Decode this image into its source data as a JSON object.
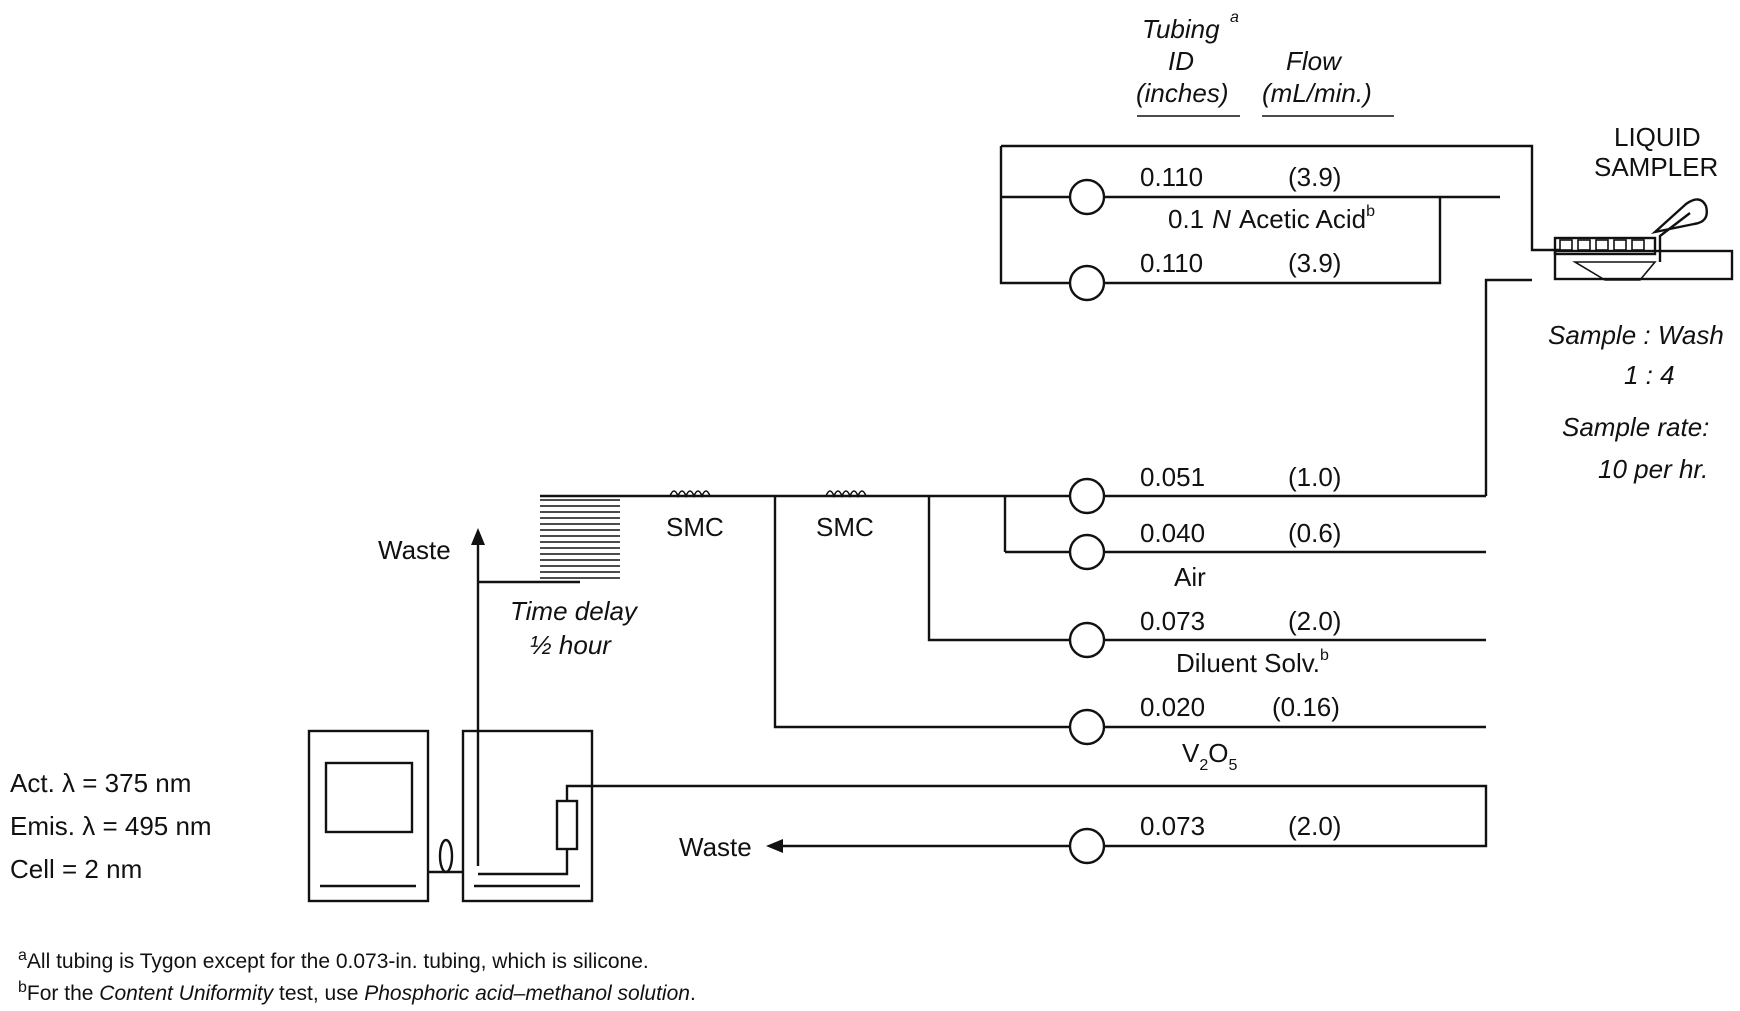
{
  "header": {
    "tubing_label": "Tubing",
    "tubing_note": "a",
    "id_label": "ID",
    "id_units": "(inches)",
    "flow_label": "Flow",
    "flow_units": "(mL/min.)"
  },
  "channels": [
    {
      "id": "0.110",
      "flow": "(3.9)"
    },
    {
      "id": "0.110",
      "flow": "(3.9)"
    },
    {
      "id": "0.051",
      "flow": "(1.0)"
    },
    {
      "id": "0.040",
      "flow": "(0.6)"
    },
    {
      "id": "0.073",
      "flow": "(2.0)"
    },
    {
      "id": "0.020",
      "flow": "(0.16)"
    },
    {
      "id": "0.073",
      "flow": "(2.0)"
    }
  ],
  "reagents": {
    "acetic_pre": "0.1",
    "acetic_n": "N",
    "acetic_post": "Acetic Acid",
    "acetic_note": "b",
    "air": "Air",
    "diluent": "Diluent Solv.",
    "diluent_note": "b",
    "v2o5_v": "V",
    "v2o5_2": "2",
    "v2o5_o": "O",
    "v2o5_5": "5"
  },
  "sampler": {
    "title_line1": "LIQUID",
    "title_line2": "SAMPLER",
    "ratio_label": "Sample : Wash",
    "ratio_value": "1 : 4",
    "rate_label": "Sample rate:",
    "rate_value": "10 per hr."
  },
  "flow_path": {
    "smc1": "SMC",
    "smc2": "SMC",
    "delay_line1": "Time delay",
    "delay_line2": "½ hour",
    "waste_top": "Waste",
    "waste_bottom": "Waste"
  },
  "detector": {
    "act": "Act. λ = 375 nm",
    "emis": "Emis. λ = 495 nm",
    "cell": "Cell = 2 nm"
  },
  "footnotes": {
    "a_mark": "a",
    "a_text": "All tubing is Tygon except for the 0.073-in. tubing, which is silicone.",
    "b_mark": "b",
    "b_pre": "For the ",
    "b_italic1": "Content Uniformity",
    "b_mid": " test, use ",
    "b_italic2": "Phosphoric acid–methanol solution",
    "b_end": "."
  }
}
